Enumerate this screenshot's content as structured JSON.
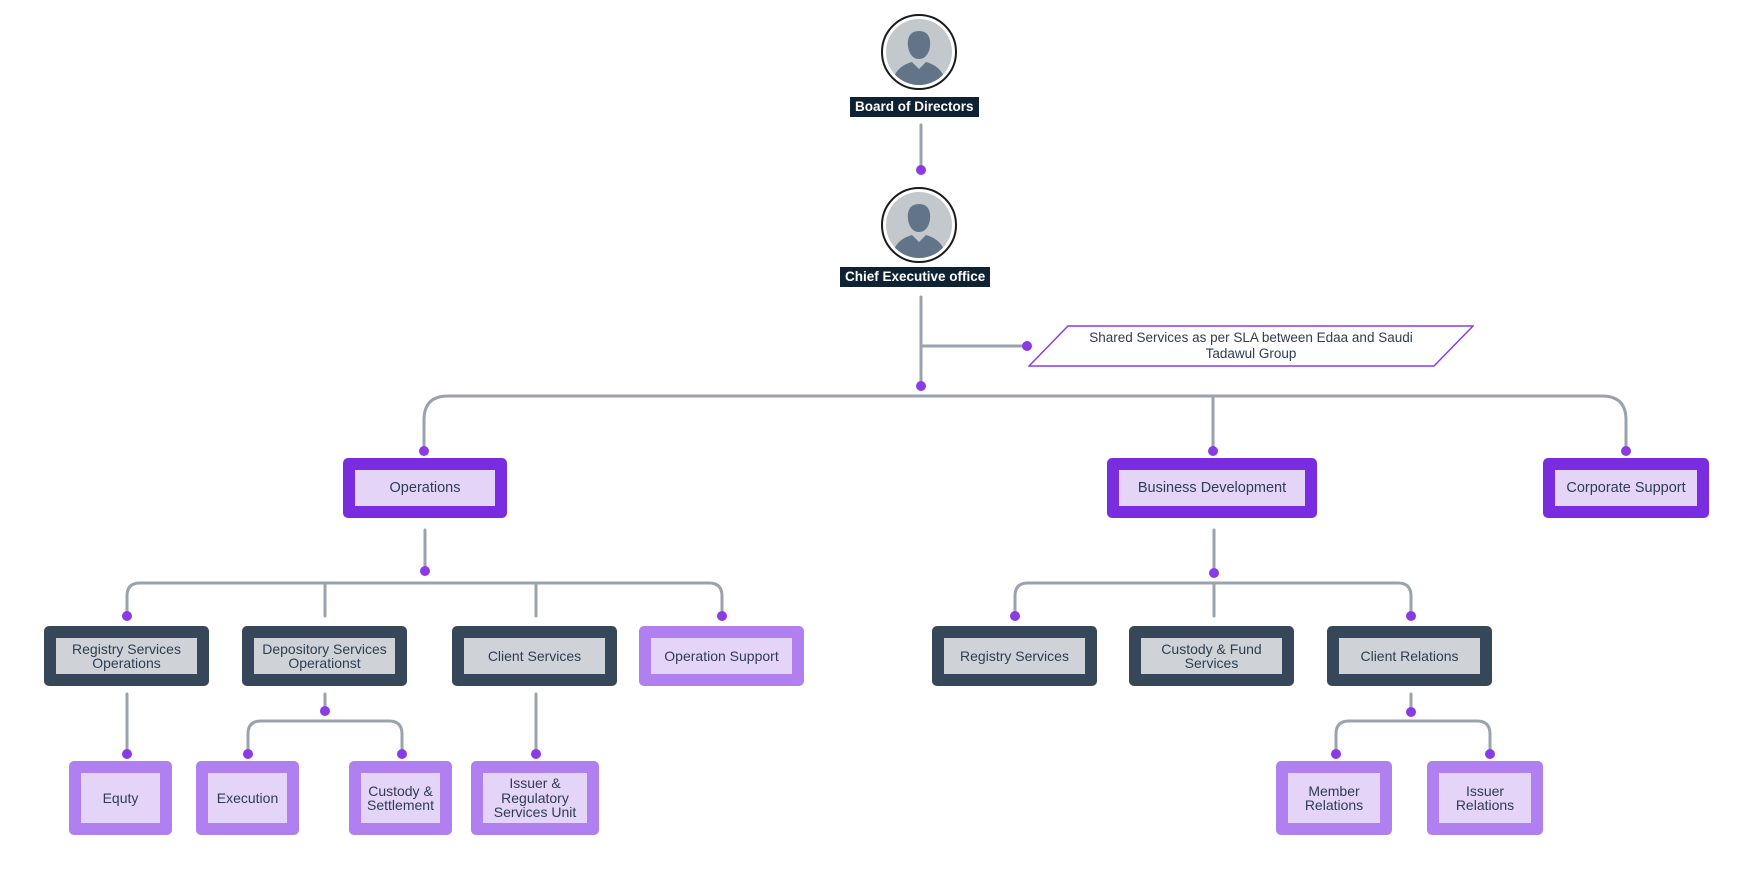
{
  "colors": {
    "connector": "#9aa3ad",
    "dot": "#8a3be6",
    "dept_border": "#7a2de0",
    "section_border": "#36475a",
    "unit_border": "#b07ff0",
    "label_bg": "#0e2233"
  },
  "leadership": {
    "board": {
      "label": "Board of Directors",
      "icon": "person-avatar-icon"
    },
    "ceo": {
      "label": "Chief Executive office",
      "icon": "person-avatar-icon"
    }
  },
  "shared_services": "Shared Services as per SLA between Edaa and Saudi Tadawul Group",
  "departments": {
    "operations": "Operations",
    "business_development": "Business Development",
    "corporate_support": "Corporate Support"
  },
  "operations": {
    "registry_ops": "Registry Services Operations",
    "depository_ops": "Depository Services Operationst",
    "client_services": "Client Services",
    "operation_support": "Operation Support",
    "equity": "Equty",
    "execution": "Execution",
    "custody_settlement": "Custody & Settlement",
    "issuer_regulatory": "Issuer & Regulatory Services Unit"
  },
  "business_development": {
    "registry_services": "Registry Services",
    "custody_fund": "Custody & Fund Services",
    "client_relations": "Client Relations",
    "member_relations": "Member Relations",
    "issuer_relations": "Issuer Relations"
  }
}
